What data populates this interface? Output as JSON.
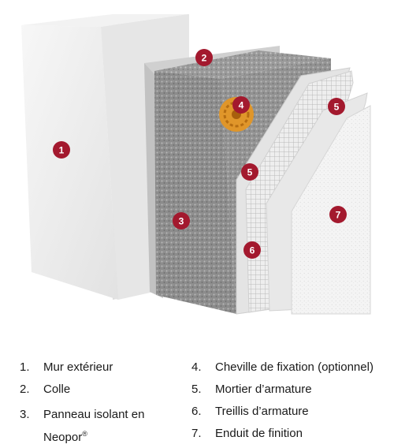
{
  "diagram": {
    "badges": [
      {
        "id": "1",
        "label": "1"
      },
      {
        "id": "2",
        "label": "2"
      },
      {
        "id": "3",
        "label": "3"
      },
      {
        "id": "4",
        "label": "4"
      },
      {
        "id": "5a",
        "label": "5"
      },
      {
        "id": "5b",
        "label": "5"
      },
      {
        "id": "6",
        "label": "6"
      },
      {
        "id": "7",
        "label": "7"
      }
    ]
  },
  "legend": [
    {
      "number": "1.",
      "label": "Mur extérieur"
    },
    {
      "number": "2.",
      "label": "Colle"
    },
    {
      "number": "3.",
      "label": "Panneau isolant en",
      "label2": "Neopor",
      "sup": "®"
    },
    {
      "number": "4.",
      "label": "Cheville de fixation (optionnel)"
    },
    {
      "number": "5.",
      "label": "Mortier d’armature"
    },
    {
      "number": "6.",
      "label": "Treillis d’armature"
    },
    {
      "number": "7.",
      "label": "Enduit de finition"
    }
  ],
  "colors": {
    "badge": "#a3192e",
    "wall": "#ececec",
    "insulation": "#8a8a8a",
    "dowel": "#e0962a"
  }
}
